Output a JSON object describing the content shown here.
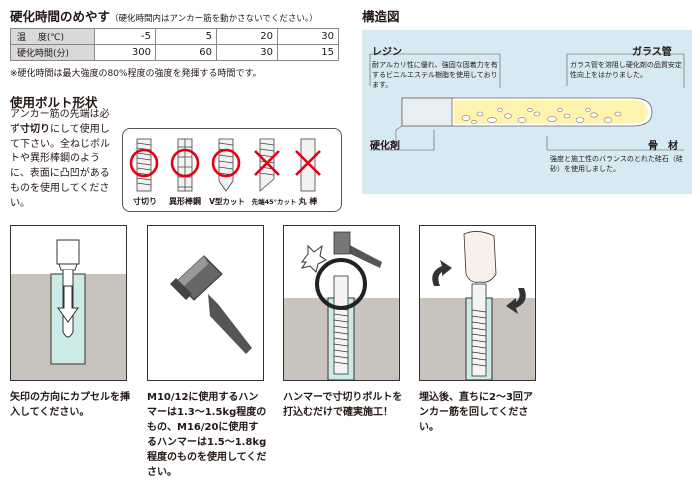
{
  "cure": {
    "title": "硬化時間のめやす",
    "title_note": "（硬化時間内はアンカー筋を動かさないでください。）",
    "temp_label": "温　 度(℃)",
    "time_label": "硬化時間(分)",
    "temps": [
      "-5",
      "5",
      "20",
      "30"
    ],
    "times": [
      "300",
      "60",
      "30",
      "15"
    ],
    "footnote": "※硬化時間は最大強度の80%程度の強度を発揮する時間です。"
  },
  "bolt": {
    "title": "使用ボルト形状",
    "desc_1": "アンカー筋の先端は必ず",
    "desc_bold": "寸切り",
    "desc_2": "にして使用して下さい。全ねじボルトや異形棒鋼のように、表面に凸凹があるものを使用してください。",
    "types": [
      "寸切り",
      "異形棒鋼",
      "V型カット",
      "先端45°カット",
      "丸 棒"
    ]
  },
  "structure": {
    "title": "構造図",
    "resin_label": "レジン",
    "resin_desc": "耐アルカリ性に優れ、強固な固着力を有するビニルエステル樹脂を使用しております。",
    "glass_label": "ガラス管",
    "glass_desc": "ガラス管を溶阻し硬化剤の品質安定性向上をはかりました。",
    "hardener_label": "硬化剤",
    "aggregate_label": "骨　材",
    "aggregate_desc": "強度と施工性のバランスのとれた硅石（硅砂）を使用しました。"
  },
  "steps": [
    {
      "text": "矢印の方向にカプセルを挿入してください。"
    },
    {
      "text": "M10/12に使用するハンマーは1.3～1.5kg程度のもの、M16/20に使用するハンマーは1.5～1.8kg程度のものを使用してください。"
    },
    {
      "text": "ハンマーで寸切りボルトを打込むだけで確実施工！"
    },
    {
      "text": "埋込後、直ちに2～3回アンカー筋を回してください。"
    }
  ],
  "colors": {
    "red": "#e60012",
    "panel_blue": "#d7eaf3",
    "concrete": "#c9c3bd",
    "teal_fill": "#cdebe6",
    "resin_yellow": "#fff3b0",
    "gray_header": "#d9d9d9"
  }
}
